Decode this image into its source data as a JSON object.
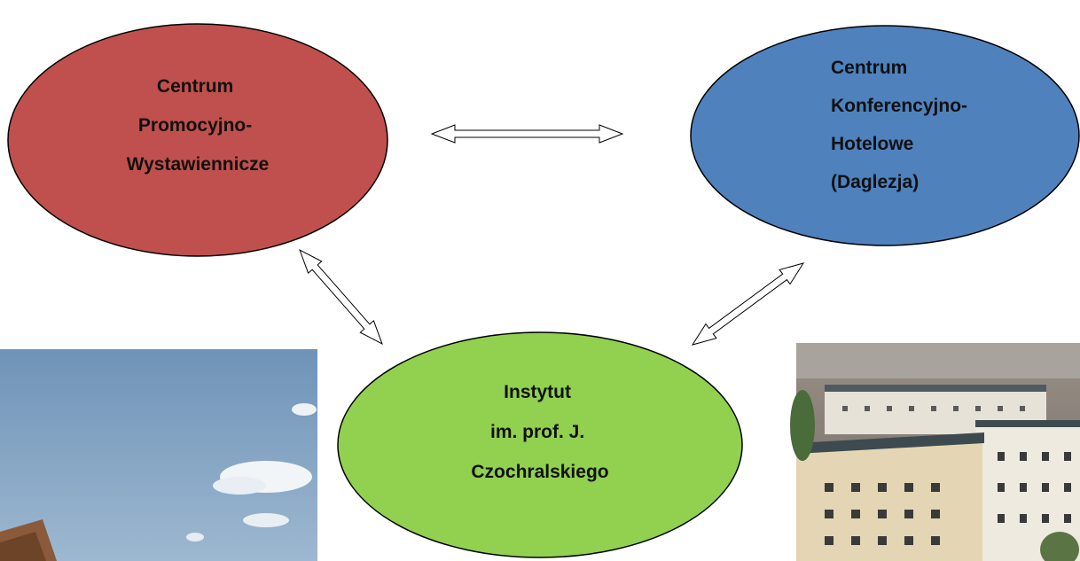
{
  "diagram": {
    "nodes": {
      "promo": {
        "lines": [
          "Centrum",
          "Promocyjno-",
          "Wystawiennicze"
        ],
        "color": "#c0504d"
      },
      "hotel": {
        "lines": [
          "Centrum",
          "Konferencyjno-",
          "Hotelowe",
          "(Daglezja)"
        ],
        "color": "#4f81bd"
      },
      "institute": {
        "lines": [
          "Instytut",
          "im. prof. J.",
          "Czochralskiego"
        ],
        "color": "#92d050"
      }
    },
    "connections": [
      {
        "from": "promo",
        "to": "hotel",
        "type": "bidirectional"
      },
      {
        "from": "promo",
        "to": "institute",
        "type": "bidirectional"
      },
      {
        "from": "hotel",
        "to": "institute",
        "type": "bidirectional"
      }
    ],
    "photos": {
      "left": {
        "subject": "sky-and-roof-photo"
      },
      "right": {
        "subject": "campus-buildings-photo"
      }
    }
  }
}
